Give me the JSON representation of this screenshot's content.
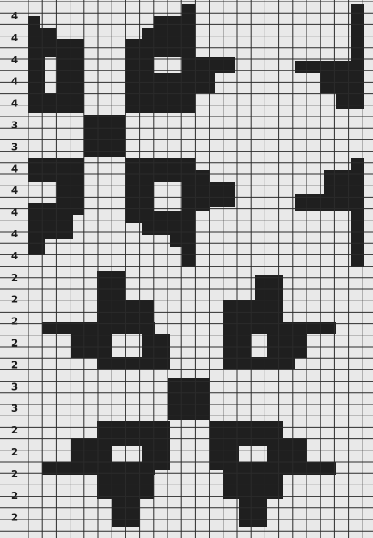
{
  "page": {
    "palette": {
      "paper": "#e9e9e9",
      "grid": "#2b2b2b",
      "stitch": "#1f1f1f",
      "label": "#1d1d1d"
    }
  },
  "chart": {
    "row_labels": [
      "4",
      "4",
      "4",
      "4",
      "4",
      "3",
      "3",
      "4",
      "4",
      "4",
      "4",
      "4",
      "2",
      "2",
      "2",
      "2",
      "2",
      "3",
      "3",
      "2",
      "2",
      "2",
      "2",
      "2"
    ],
    "motifs": [
      {
        "name": "top-left-corner-motif"
      },
      {
        "name": "top-center-motif"
      },
      {
        "name": "top-right-corner-motif"
      },
      {
        "name": "left-connector-block"
      },
      {
        "name": "middle-left-motif"
      },
      {
        "name": "middle-center-motif"
      },
      {
        "name": "middle-right-motif"
      },
      {
        "name": "lower-upper-left-motif"
      },
      {
        "name": "lower-upper-right-motif"
      },
      {
        "name": "lower-connector-block"
      },
      {
        "name": "lower-bottom-left-motif"
      },
      {
        "name": "lower-bottom-right-motif"
      }
    ]
  }
}
